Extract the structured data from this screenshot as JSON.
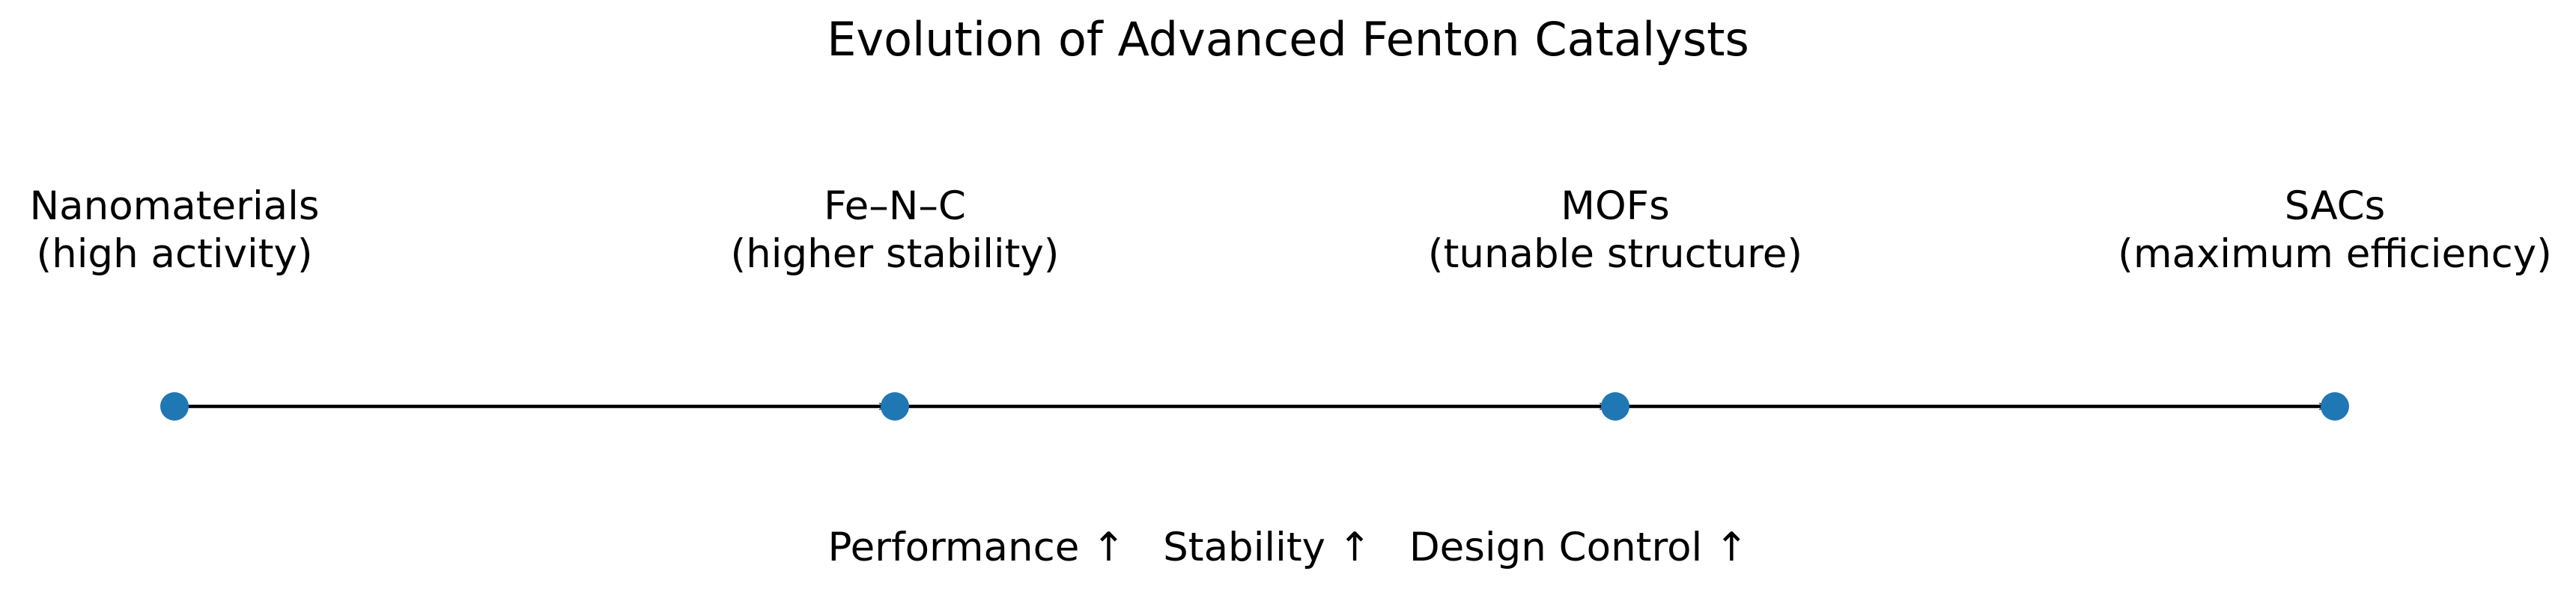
{
  "title": "Evolution of Advanced Fenton Catalysts",
  "stages": [
    {
      "name": "Nanomaterials",
      "description": "(high activity)"
    },
    {
      "name": "Fe–N–C",
      "description": "(higher stability)"
    },
    {
      "name": "MOFs",
      "description": "(tunable structure)"
    },
    {
      "name": "SACs",
      "description": "(maximum efficiency)"
    }
  ],
  "footer": "Performance ↑   Stability ↑   Design Control ↑",
  "colors": {
    "node": "#1f77b4",
    "arrow": "#000000",
    "text": "#000000"
  }
}
